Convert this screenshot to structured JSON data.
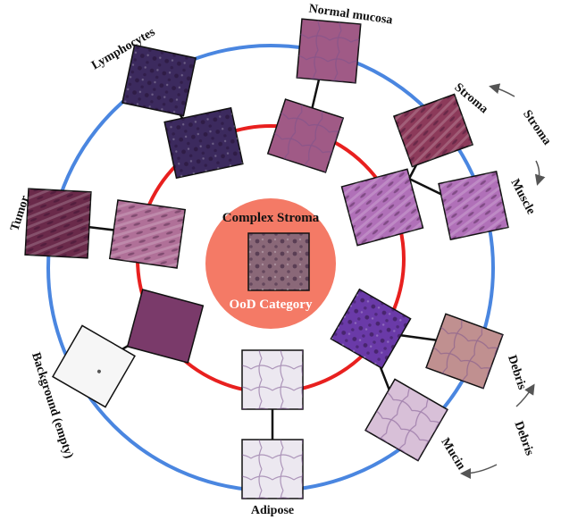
{
  "center": {
    "title": "Complex Stroma",
    "subtitle": "OoD Category",
    "color": "#f47a66"
  },
  "rings": {
    "inner_color": "#e8201f",
    "outer_color": "#4a86e0"
  },
  "tissue_colors": {
    "lymphocytes": "#3c2a5e",
    "normal_mucosa": "#a05a86",
    "stroma": "#8c3a5a",
    "muscle": "#b070b8",
    "debris": "#c09090",
    "mucin": "#d8c0d8",
    "adipose": "#ece8f0",
    "background": "#f6f6f6",
    "tumor": "#6a2a4a",
    "complex_stroma": "#8a6878"
  },
  "labels": {
    "lymphocytes": "Lymphocytes",
    "normal_mucosa": "Normal mucosa",
    "stroma": "Stroma",
    "stroma_outer": "Stroma",
    "muscle": "Muscle",
    "debris": "Debris",
    "debris_outer": "Debris",
    "mucin": "Mucin",
    "adipose": "Adipose",
    "background": "Background (empty)",
    "tumor": "Tumor"
  }
}
